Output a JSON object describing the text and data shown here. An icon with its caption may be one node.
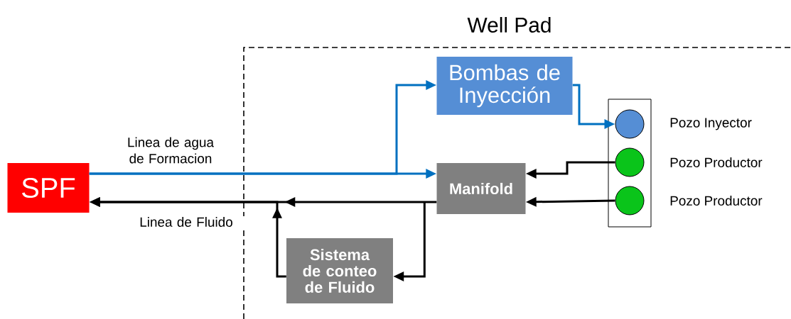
{
  "diagram": {
    "nodes": [
      {
        "text": [
          "Well Pad"
        ]
      },
      {
        "text": [
          "SPF"
        ]
      },
      {
        "text": [
          "Bombas de Inyección"
        ],
        "in": 0
      },
      {
        "text": [
          "Manifold"
        ],
        "in": 0
      },
      {
        "text": [
          "Sistema de conteo de Fluido"
        ],
        "in": 0
      },
      {
        "text": [],
        "shape": "box",
        "in": 0
      },
      {
        "text": [],
        "shape": "circle",
        "in": 5,
        "beside": [
          "Pozo Inyector"
        ]
      },
      {
        "text": [],
        "shape": "circle",
        "in": 5,
        "beside": [
          "Pozo Productor"
        ]
      },
      {
        "text": [],
        "shape": "circle",
        "in": 5,
        "beside": [
          "Pozo Productor"
        ]
      }
    ],
    "edges": [
      {
        "from": 1,
        "to": 3,
        "arrow": "to",
        "color": "#0070c0",
        "label": "Linea de agua de Formacion"
      },
      {
        "from": 1,
        "to": 2,
        "arrow": "to",
        "color": "#0070c0"
      },
      {
        "from": 2,
        "to": 6,
        "arrow": "to",
        "color": "#0070c0"
      },
      {
        "from": 7,
        "to": 3,
        "arrow": "to"
      },
      {
        "from": 8,
        "to": 3,
        "arrow": "to"
      },
      {
        "from": 3,
        "to": 1,
        "arrow": "to",
        "label": "Linea de Fluido"
      },
      {
        "from": 3,
        "to": 4,
        "arrow": "to"
      },
      {
        "from": 4,
        "to": 1,
        "arrow": "to"
      }
    ]
  }
}
